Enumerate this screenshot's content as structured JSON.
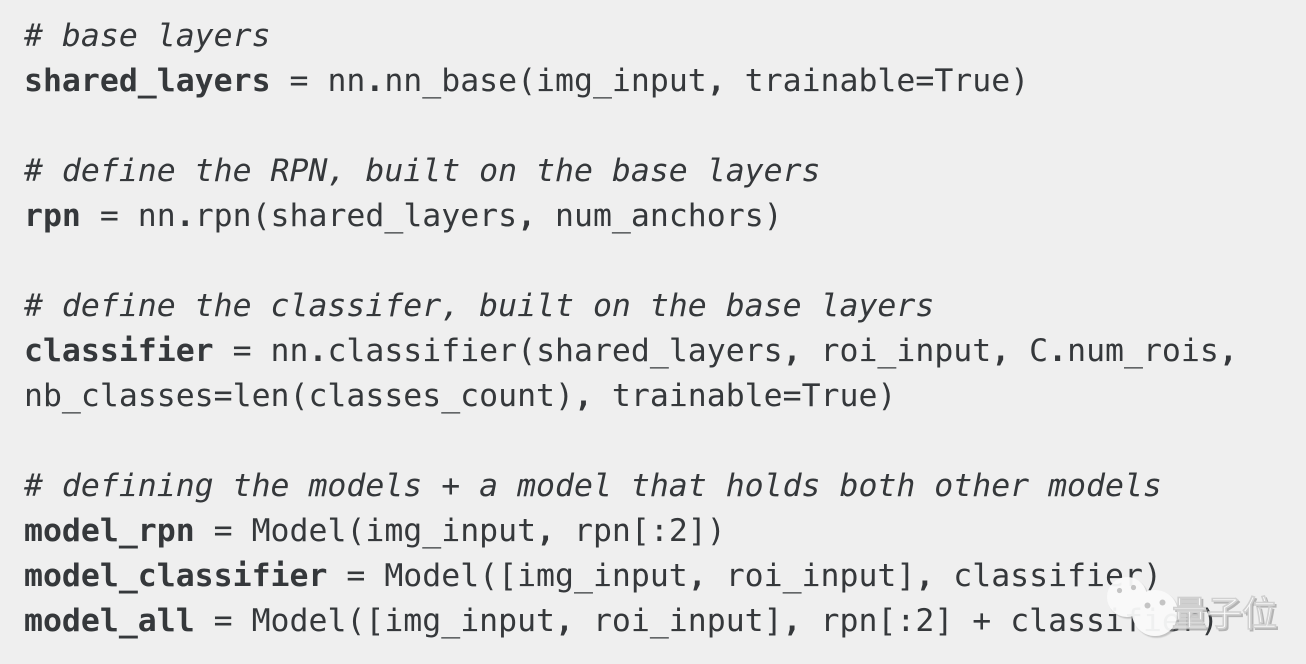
{
  "page": {
    "background": "#efefef",
    "code_color": "#35383b"
  },
  "code": {
    "language": "python",
    "lines": [
      {
        "type": "comment",
        "segments": [
          {
            "text": "# base layers"
          }
        ]
      },
      {
        "type": "code",
        "segments": [
          {
            "text": "shared_layers",
            "bold": true
          },
          {
            "text": " = nn"
          },
          {
            "text": ".",
            "bold": true
          },
          {
            "text": "nn_base(img_input"
          },
          {
            "text": ",",
            "bold": true
          },
          {
            "text": " trainable=True)"
          }
        ]
      },
      {
        "type": "blank",
        "segments": []
      },
      {
        "type": "comment",
        "segments": [
          {
            "text": "# define the RPN, built on the base layers"
          }
        ]
      },
      {
        "type": "code",
        "segments": [
          {
            "text": "rpn",
            "bold": true
          },
          {
            "text": " = nn"
          },
          {
            "text": ".",
            "bold": true
          },
          {
            "text": "rpn(shared_layers"
          },
          {
            "text": ",",
            "bold": true
          },
          {
            "text": " num_anchors)"
          }
        ]
      },
      {
        "type": "blank",
        "segments": []
      },
      {
        "type": "comment",
        "segments": [
          {
            "text": "# define the classifer, built on the base layers"
          }
        ]
      },
      {
        "type": "code",
        "segments": [
          {
            "text": "classifier",
            "bold": true
          },
          {
            "text": " = nn"
          },
          {
            "text": ".",
            "bold": true
          },
          {
            "text": "classifier(shared_layers"
          },
          {
            "text": ",",
            "bold": true
          },
          {
            "text": " roi_input"
          },
          {
            "text": ",",
            "bold": true
          },
          {
            "text": " C"
          },
          {
            "text": ".",
            "bold": true
          },
          {
            "text": "num_rois"
          },
          {
            "text": ",",
            "bold": true
          }
        ]
      },
      {
        "type": "code",
        "segments": [
          {
            "text": "nb_classes=len(classes_count)"
          },
          {
            "text": ",",
            "bold": true
          },
          {
            "text": " trainable=True)"
          }
        ]
      },
      {
        "type": "blank",
        "segments": []
      },
      {
        "type": "comment",
        "segments": [
          {
            "text": "# defining the models + a model that holds both other models"
          }
        ]
      },
      {
        "type": "code",
        "segments": [
          {
            "text": "model_rpn",
            "bold": true
          },
          {
            "text": " = Model(img_input"
          },
          {
            "text": ",",
            "bold": true
          },
          {
            "text": " rpn[:2])"
          }
        ]
      },
      {
        "type": "code",
        "segments": [
          {
            "text": "model_classifier",
            "bold": true
          },
          {
            "text": " = Model([img_input"
          },
          {
            "text": ",",
            "bold": true
          },
          {
            "text": " roi_input]"
          },
          {
            "text": ",",
            "bold": true
          },
          {
            "text": " classifier)"
          }
        ]
      },
      {
        "type": "code",
        "segments": [
          {
            "text": "model_all",
            "bold": true
          },
          {
            "text": " = Model([img_input"
          },
          {
            "text": ",",
            "bold": true
          },
          {
            "text": " roi_input]"
          },
          {
            "text": ",",
            "bold": true
          },
          {
            "text": " rpn[:2] + classifier)"
          }
        ]
      }
    ]
  },
  "watermark": {
    "brand": "量子位",
    "logo": "qbitai-bubble-faces-icon",
    "text_color": "#fbfbfb"
  }
}
